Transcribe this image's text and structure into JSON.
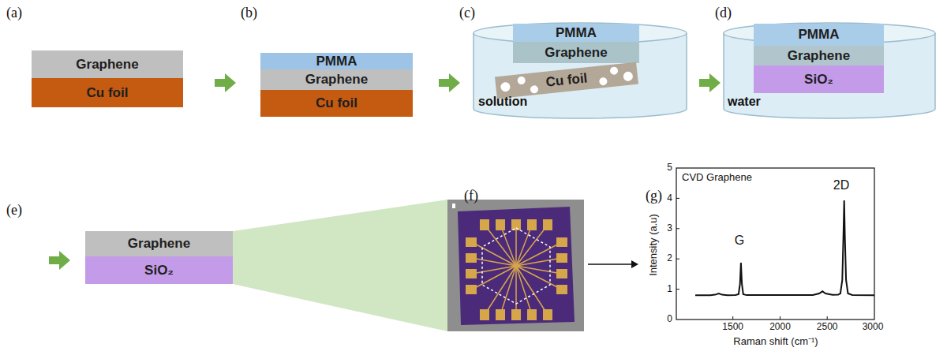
{
  "diagram": {
    "nodes": [
      {
        "text": [
          "Graphene"
        ]
      },
      {
        "text": [
          "Cu foil"
        ]
      },
      {
        "text": [
          "PMMA"
        ]
      },
      {
        "text": [
          "Graphene"
        ]
      },
      {
        "text": [
          "Cu foil"
        ]
      },
      {
        "text": [
          "PMMA"
        ]
      },
      {
        "text": [
          "Graphene"
        ]
      },
      {
        "text": [
          "Cu foil"
        ]
      },
      {
        "text": [
          "PMMA"
        ]
      },
      {
        "text": [
          "Graphene"
        ]
      },
      {
        "text": [
          "SiO₂"
        ]
      },
      {
        "text": [
          "Graphene"
        ]
      },
      {
        "text": [
          "SiO₂"
        ]
      }
    ],
    "labels": [
      "(a)",
      "(b)",
      "(c)",
      "(d)",
      "solution",
      "water",
      "(e)",
      "(f)",
      "(g)",
      "CVD Graphene",
      "G",
      "2D",
      "Intensity (a.u)",
      "Raman shift (cm⁻¹)",
      "0",
      "1",
      "2",
      "3",
      "4",
      "5",
      "1500",
      "2000",
      "2500",
      "3000"
    ]
  }
}
